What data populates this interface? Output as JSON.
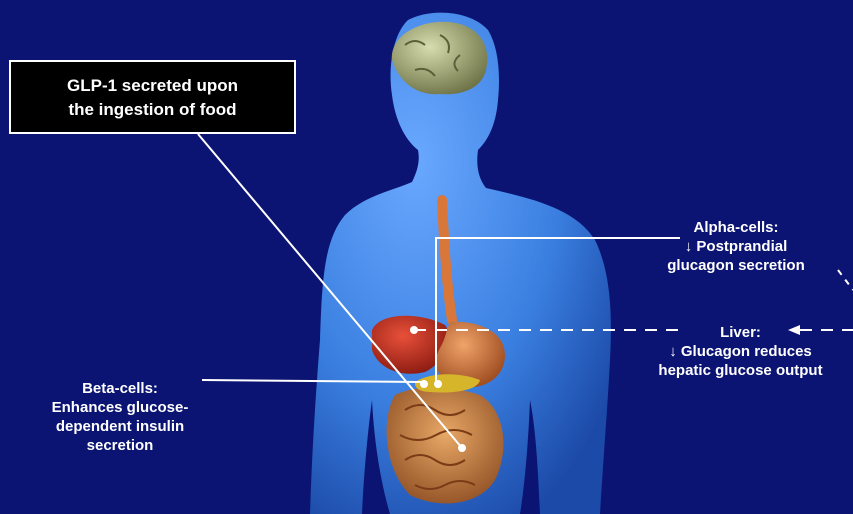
{
  "callout": {
    "lines": [
      "GLP-1 secreted upon",
      "the ingestion of food"
    ]
  },
  "labels": {
    "alpha": [
      "Alpha-cells:",
      "↓ Postprandial",
      "glucagon secretion"
    ],
    "liver": [
      "Liver:",
      "↓ Glucagon reduces",
      "hepatic glucose output"
    ],
    "beta": [
      "Beta-cells:",
      "Enhances glucose-",
      "dependent insulin",
      "secretion"
    ]
  },
  "colors": {
    "background": "#0b1472",
    "body": "#3a7fe0",
    "brain": "#b8bd8c",
    "liver": "#c0281a",
    "stomach": "#d9773a",
    "intestine": "#d28a48",
    "pancreas": "#d6b52a",
    "lines": "#ffffff"
  }
}
